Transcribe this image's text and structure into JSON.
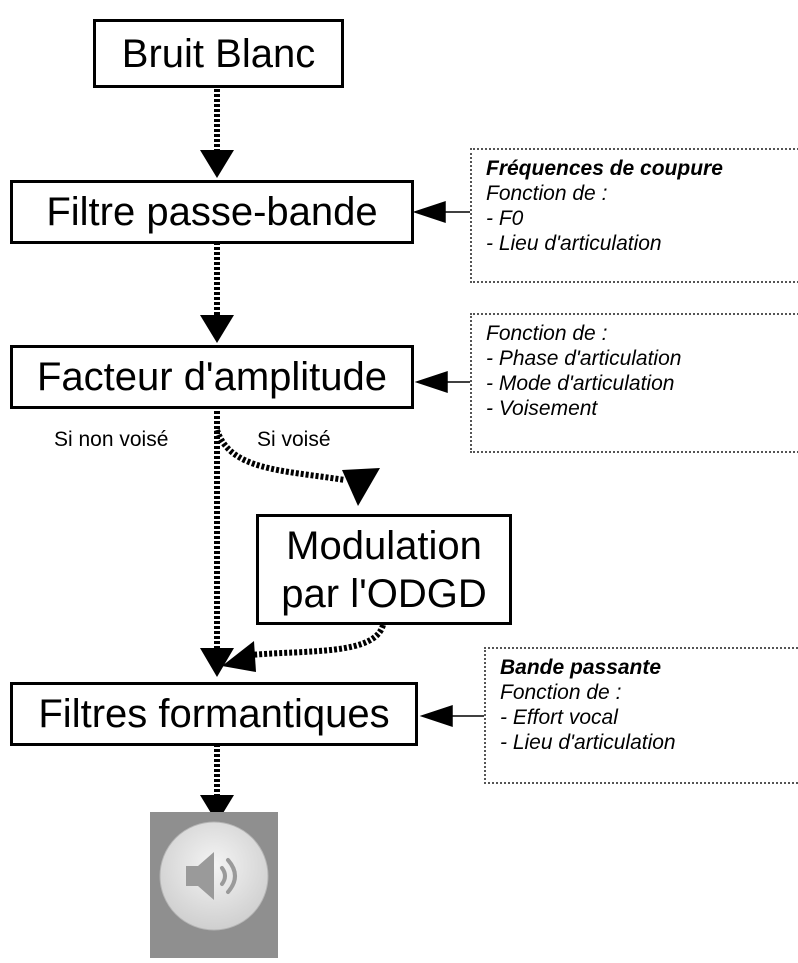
{
  "nodes": {
    "bruit_blanc": "Bruit Blanc",
    "filtre_passe_bande": "Filtre passe-bande",
    "facteur_amplitude": "Facteur d'amplitude",
    "modulation_line1": "Modulation",
    "modulation_line2": "par l'ODGD",
    "filtres_formantiques": "Filtres formantiques"
  },
  "branches": {
    "non_voise": "Si non voisé",
    "voise": "Si voisé"
  },
  "notes": {
    "frequences": {
      "title": "Fréquences de coupure",
      "lines": [
        "Fonction de :",
        "- F0",
        "- Lieu d'articulation"
      ]
    },
    "amplitude": {
      "lines": [
        "Fonction de :",
        "- Phase d'articulation",
        "- Mode d'articulation",
        "- Voisement"
      ]
    },
    "bande": {
      "title": "Bande passante",
      "lines": [
        "Fonction de :",
        "- Effort vocal",
        "- Lieu d'articulation"
      ]
    }
  },
  "output": {
    "icon": "speaker-icon"
  }
}
